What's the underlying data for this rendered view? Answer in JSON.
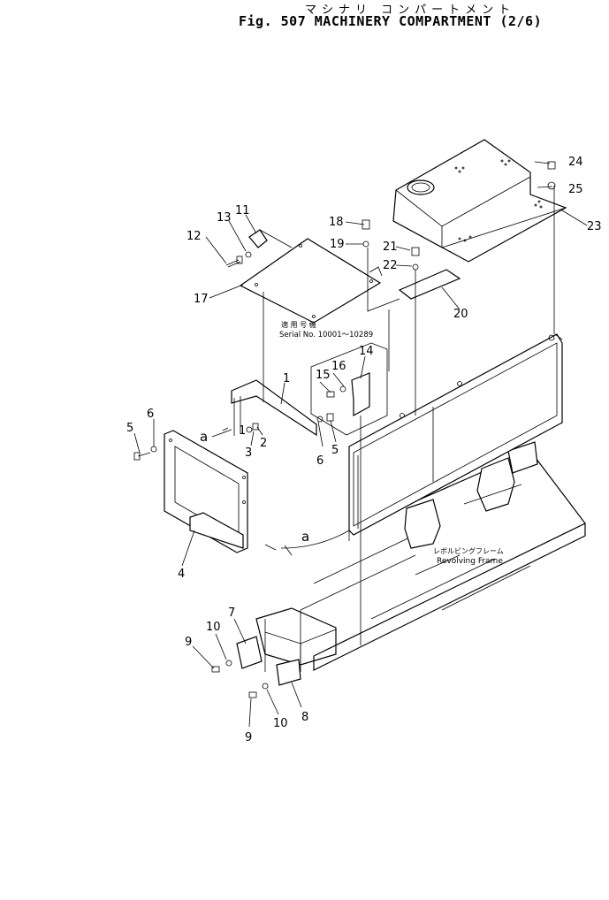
{
  "title": {
    "japanese": "マシナリ コンパートメント",
    "english": "Fig. 507 MACHINERY COMPARTMENT (2/6)"
  },
  "serial_note": {
    "japanese": "適 用 号 機",
    "english": "Serial No. 10001～10289"
  },
  "frame_label": {
    "japanese": "レボルビングフレーム",
    "english": "Revolving Frame"
  },
  "view_markers": [
    "a",
    "a"
  ],
  "callouts": [
    {
      "id": "c1",
      "text": "1"
    },
    {
      "id": "c1b",
      "text": "1"
    },
    {
      "id": "c2",
      "text": "2"
    },
    {
      "id": "c3",
      "text": "3"
    },
    {
      "id": "c4",
      "text": "4"
    },
    {
      "id": "c5a",
      "text": "5"
    },
    {
      "id": "c5b",
      "text": "5"
    },
    {
      "id": "c6a",
      "text": "6"
    },
    {
      "id": "c6b",
      "text": "6"
    },
    {
      "id": "c7",
      "text": "7"
    },
    {
      "id": "c8",
      "text": "8"
    },
    {
      "id": "c9a",
      "text": "9"
    },
    {
      "id": "c9b",
      "text": "9"
    },
    {
      "id": "c10a",
      "text": "10"
    },
    {
      "id": "c10b",
      "text": "10"
    },
    {
      "id": "c11",
      "text": "11"
    },
    {
      "id": "c12",
      "text": "12"
    },
    {
      "id": "c13",
      "text": "13"
    },
    {
      "id": "c14",
      "text": "14"
    },
    {
      "id": "c15",
      "text": "15"
    },
    {
      "id": "c16",
      "text": "16"
    },
    {
      "id": "c17",
      "text": "17"
    },
    {
      "id": "c18",
      "text": "18"
    },
    {
      "id": "c19",
      "text": "19"
    },
    {
      "id": "c20",
      "text": "20"
    },
    {
      "id": "c21",
      "text": "21"
    },
    {
      "id": "c22",
      "text": "22"
    },
    {
      "id": "c23",
      "text": "23"
    },
    {
      "id": "c24",
      "text": "24"
    },
    {
      "id": "c25",
      "text": "25"
    }
  ]
}
